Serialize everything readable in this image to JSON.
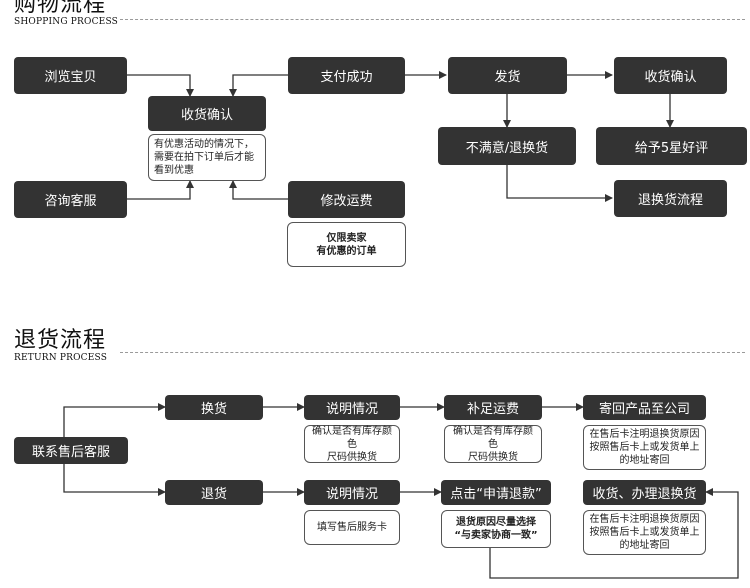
{
  "shopping": {
    "title_cn": "购物流程",
    "title_en": "SHOPPING PROCESS",
    "nodes": {
      "browse": "浏览宝贝",
      "confirm_receipt": "收货确认",
      "consult": "咨询客服",
      "pay_success": "支付成功",
      "modify_shipping": "修改运费",
      "ship": "发货",
      "receive_confirm": "收货确认",
      "unsatisfied": "不满意/退换货",
      "five_star": "给予5星好评",
      "exchange_process": "退换货流程"
    },
    "notes": {
      "discount": "有优惠活动的情况下，需要在拍下订单后才能看到优惠",
      "seller_only": "仅限卖家\n有优惠的订单"
    }
  },
  "returns": {
    "title_cn": "退货流程",
    "title_en": "RETURN PROCESS",
    "nodes": {
      "contact_service": "联系售后客服",
      "exchange": "换货",
      "return": "退货",
      "explain_1": "说明情况",
      "explain_2": "说明情况",
      "pay_shipping": "补足运费",
      "send_back": "寄回产品至公司",
      "apply_refund": "点击“申请退款”",
      "receive_process": "收货、办理退换货"
    },
    "notes": {
      "confirm_stock_1": "确认是否有库存颜色\n尺码供换货",
      "confirm_stock_2": "确认是否有库存颜色\n尺码供换货",
      "fill_card": "填写售后服务卡",
      "reason": "退货原因尽量选择\n“与卖家协商一致”",
      "aftersale_1": "在售后卡注明退换货原因\n按照售后卡上或发货单上\n的地址寄回",
      "aftersale_2": "在售后卡注明退换货原因\n按照售后卡上或发货单上\n的地址寄回"
    }
  }
}
